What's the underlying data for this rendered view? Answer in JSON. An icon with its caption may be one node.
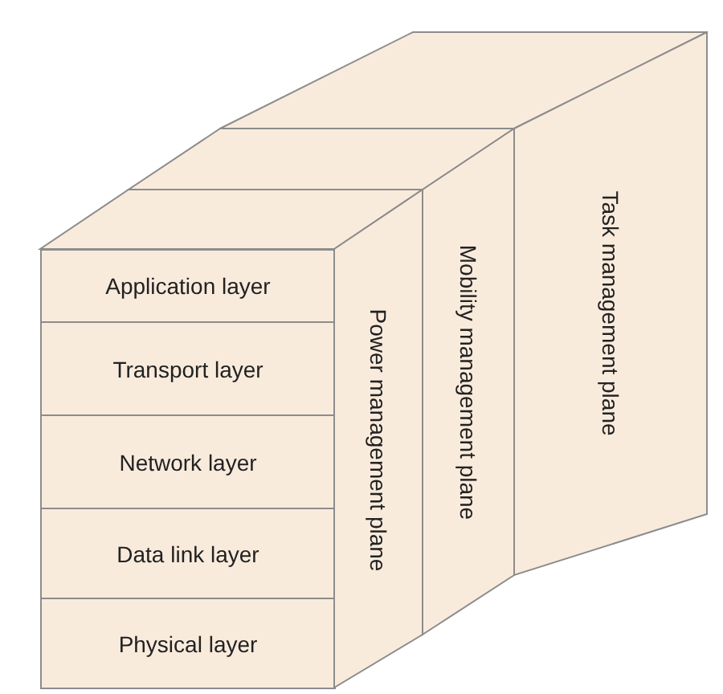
{
  "diagram": {
    "nodes": [
      {
        "text": [
          "Application layer"
        ]
      },
      {
        "text": [
          "Transport layer"
        ]
      },
      {
        "text": [
          "Network layer"
        ]
      },
      {
        "text": [
          "Data link layer"
        ]
      },
      {
        "text": [
          "Physical layer"
        ]
      },
      {
        "text": [
          "Power management plane"
        ]
      },
      {
        "text": [
          "Mobility management plane"
        ]
      },
      {
        "text": [
          "Task management plane"
        ]
      }
    ]
  }
}
